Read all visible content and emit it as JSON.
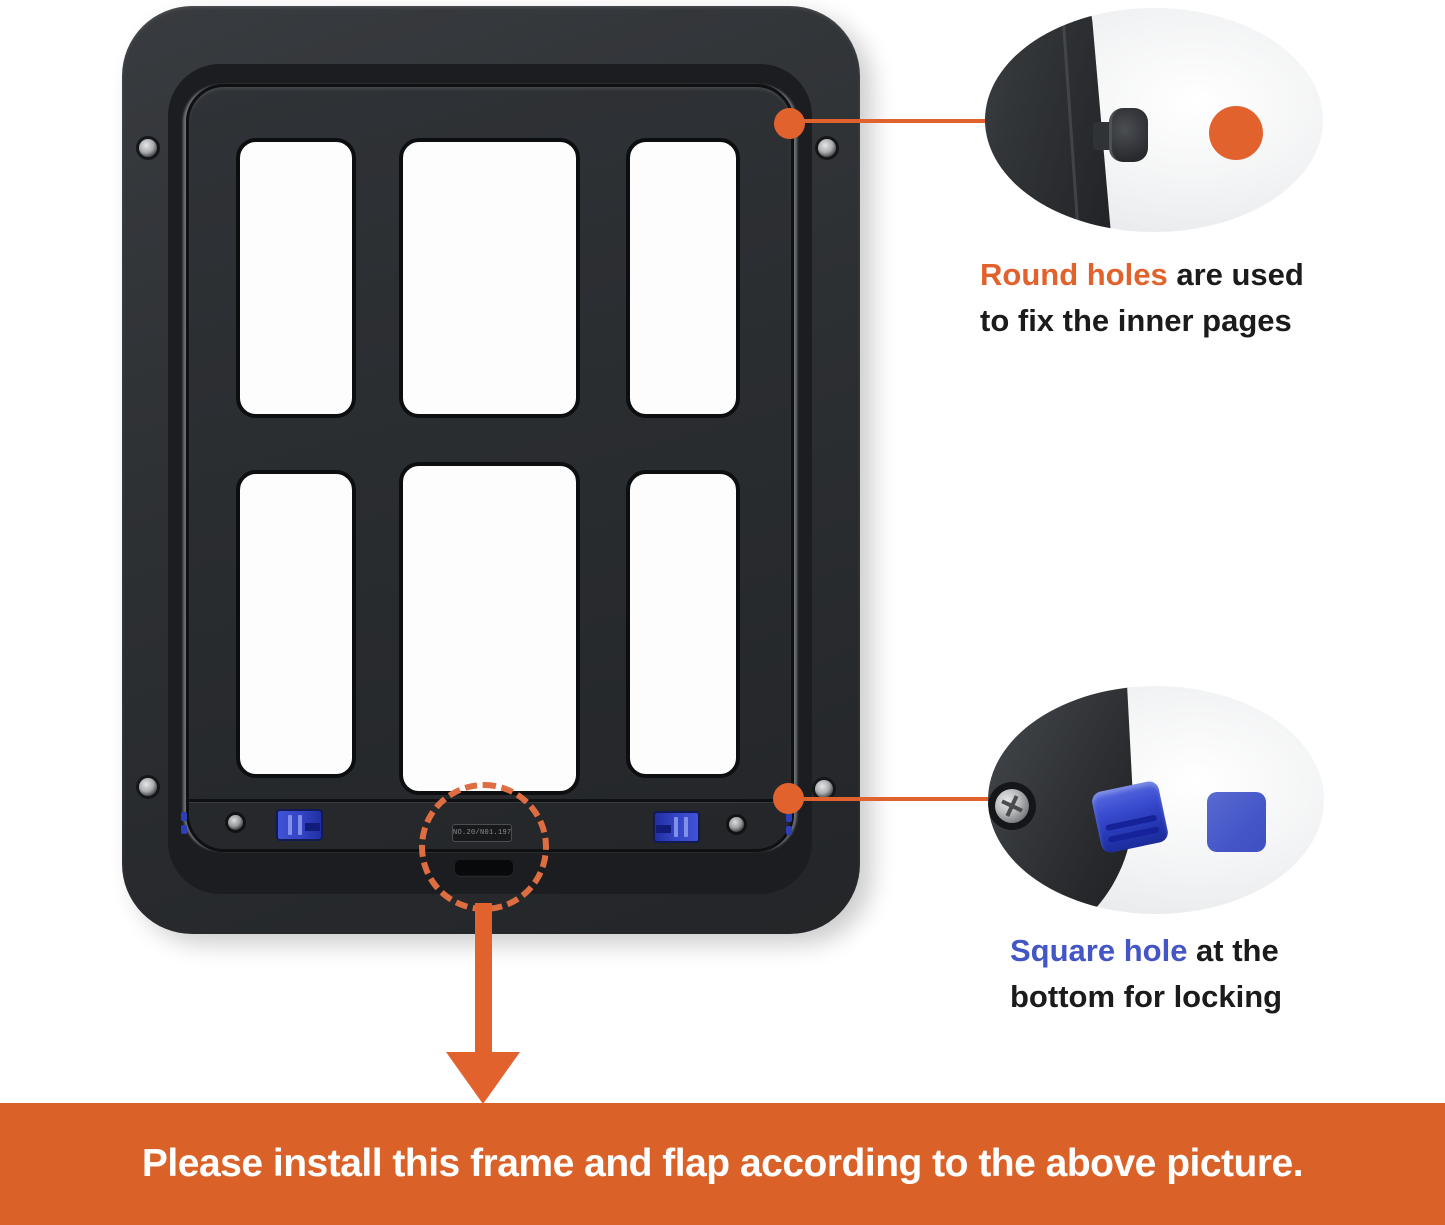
{
  "colors": {
    "accent-orange": "#E2622E",
    "banner-orange": "#DA6228",
    "accent-blue": "#4455C5"
  },
  "banner": {
    "text": "Please install this frame and flap according to the above picture."
  },
  "callouts": {
    "round": {
      "highlight": "Round holes",
      "rest1": " are used",
      "line2": "to fix the inner pages"
    },
    "square": {
      "highlight": "Square hole",
      "rest1": " at the",
      "line2": "bottom for locking"
    }
  },
  "product": {
    "label_text": "NO.20/N01.197"
  }
}
